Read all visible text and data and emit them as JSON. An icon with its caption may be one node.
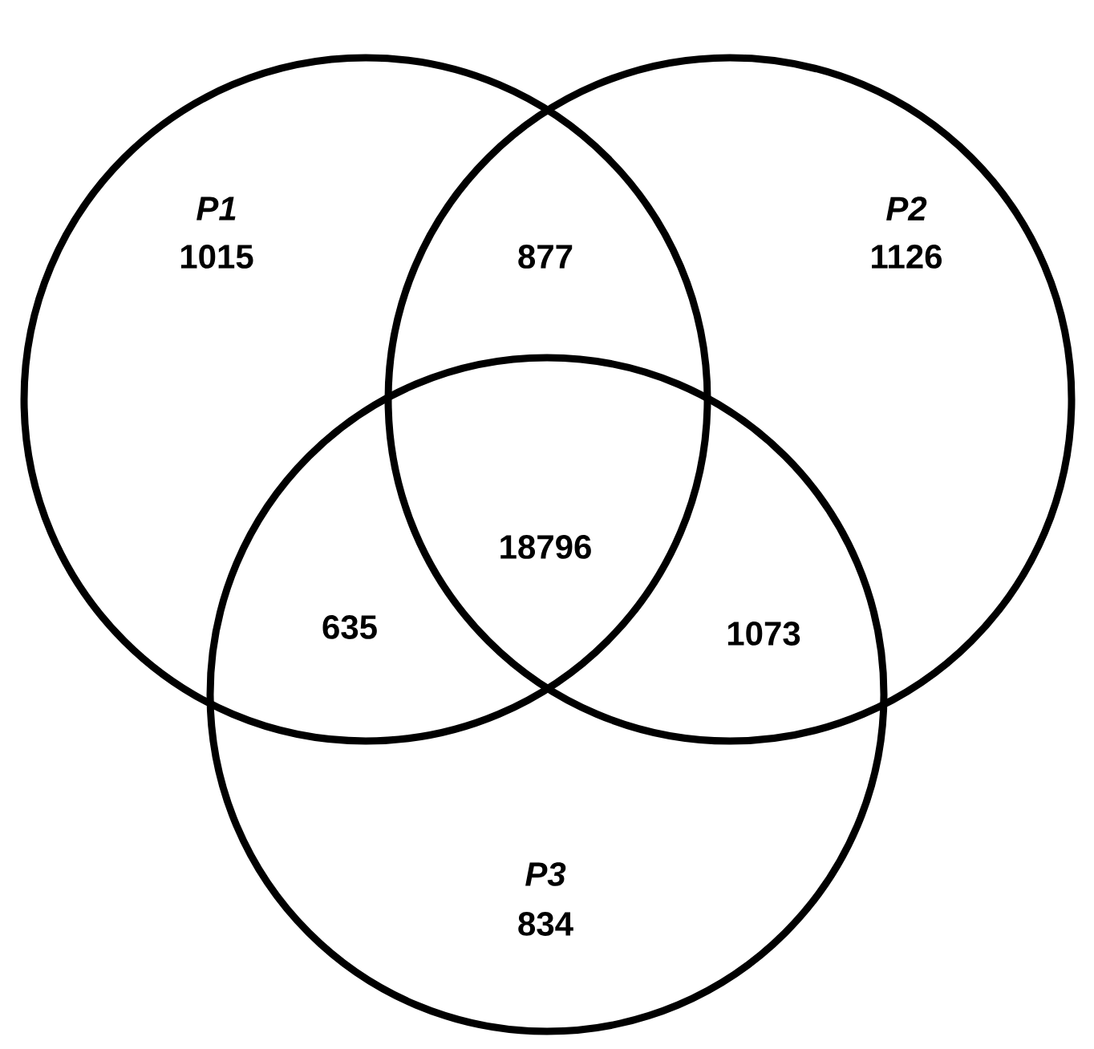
{
  "diagram": {
    "nodes": [
      {
        "text": [
          "P1",
          "1015"
        ]
      },
      {
        "text": [
          "P2",
          "1126"
        ]
      },
      {
        "text": [
          "P3",
          "834"
        ]
      }
    ],
    "labels": [
      "877",
      "18796",
      "635",
      "1073"
    ]
  }
}
